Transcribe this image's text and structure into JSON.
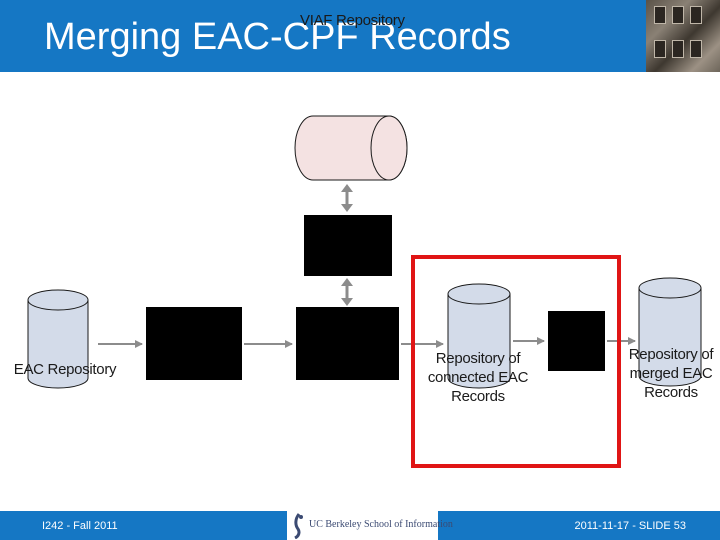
{
  "header": {
    "title": "Merging EAC-CPF Records",
    "overlap_label": "VIAF Repository"
  },
  "diagram": {
    "eac_repository": "EAC Repository",
    "connected_repository": [
      "Repository of",
      "connected EAC",
      "Records"
    ],
    "merged_repository": [
      "Repository of",
      "merged EAC",
      "Records"
    ]
  },
  "footer": {
    "left": "I242 - Fall 2011",
    "right": "2011-11-17 - SLIDE 53",
    "logo_text": "UC Berkeley School of Information"
  },
  "colors": {
    "brand_blue": "#1577c4",
    "highlight_red": "#e01515",
    "cylinder_blue": "#d3dbe9",
    "cylinder_pink": "#f4e2e2"
  }
}
